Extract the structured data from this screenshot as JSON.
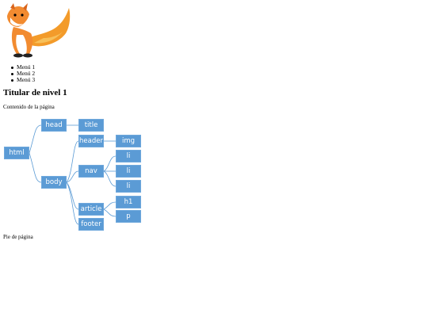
{
  "logo": {
    "icon": "fox-logo-icon"
  },
  "menu": {
    "items": [
      {
        "label": "Menú 1"
      },
      {
        "label": "Menú 2"
      },
      {
        "label": "Menú 3"
      }
    ]
  },
  "main": {
    "heading": "Titular de nivel 1",
    "content": "Contenido de la página"
  },
  "diagram": {
    "nodes": {
      "html": "html",
      "head": "head",
      "body": "body",
      "title": "title",
      "header": "header",
      "nav": "nav",
      "article": "article",
      "footer": "footer",
      "img": "img",
      "li1": "li",
      "li2": "li",
      "li3": "li",
      "h1": "h1",
      "p": "p"
    },
    "node_color": "#5b9bd5",
    "edge_color": "#5b9bd5"
  },
  "footer": {
    "text": "Pie de página"
  }
}
